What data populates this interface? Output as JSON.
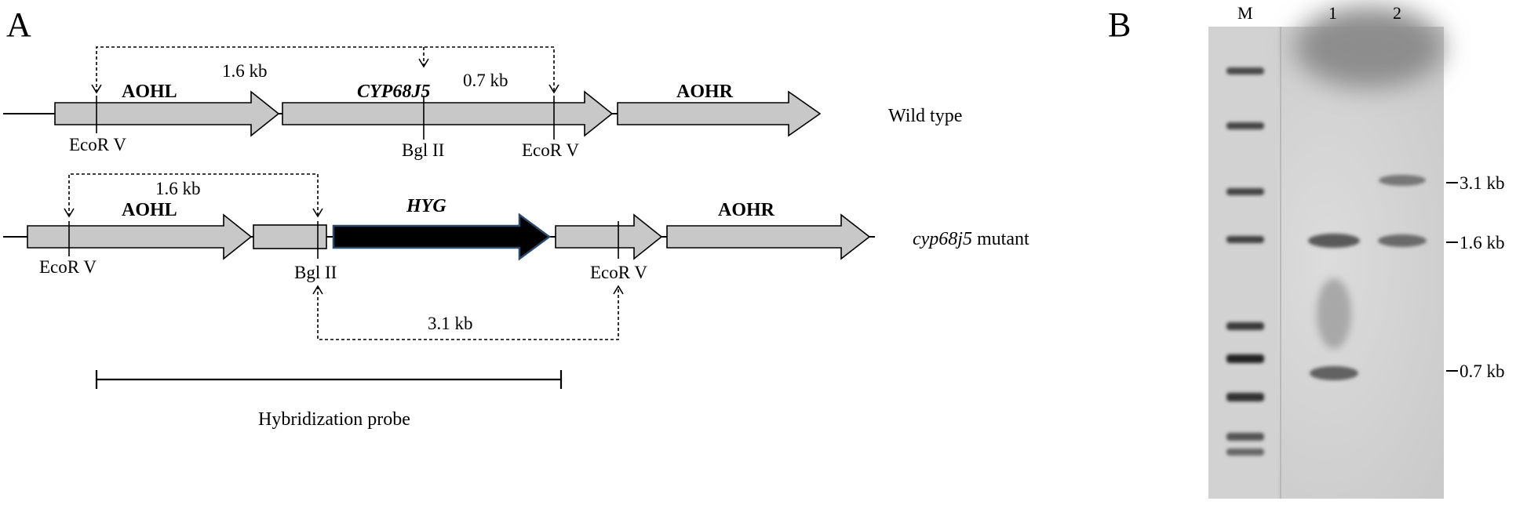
{
  "panel_a": {
    "letter": "A",
    "wild_type": {
      "name": "Wild type",
      "genes": {
        "aohl": "AOHL",
        "cyp": "CYP68J5",
        "aohr": "AOHR"
      },
      "sites": {
        "ecor_left": "EcoR V",
        "bgl": "Bgl II",
        "ecor_right": "EcoR V"
      },
      "fragments": {
        "left": "1.6 kb",
        "right": "0.7 kb"
      }
    },
    "mutant": {
      "name_italic": "cyp68j5",
      "name_suffix": " mutant",
      "genes": {
        "aohl": "AOHL",
        "hyg": "HYG",
        "aohr": "AOHR"
      },
      "sites": {
        "ecor_left": "EcoR V",
        "bgl": "Bgl II",
        "ecor_right": "EcoR V"
      },
      "fragments": {
        "top": "1.6 kb",
        "bottom": "3.1 kb"
      }
    },
    "probe_label": "Hybridization probe"
  },
  "panel_b": {
    "letter": "B",
    "lanes": [
      "M",
      "1",
      "2"
    ],
    "size_markers": [
      "3.1 kb",
      "1.6 kb",
      "0.7 kb"
    ]
  },
  "colors": {
    "gene_fill": "#c8c8c8",
    "hyg_fill": "#000000",
    "hyg_outline": "#2b4a6b",
    "gel_background": "#d8d8d8"
  }
}
